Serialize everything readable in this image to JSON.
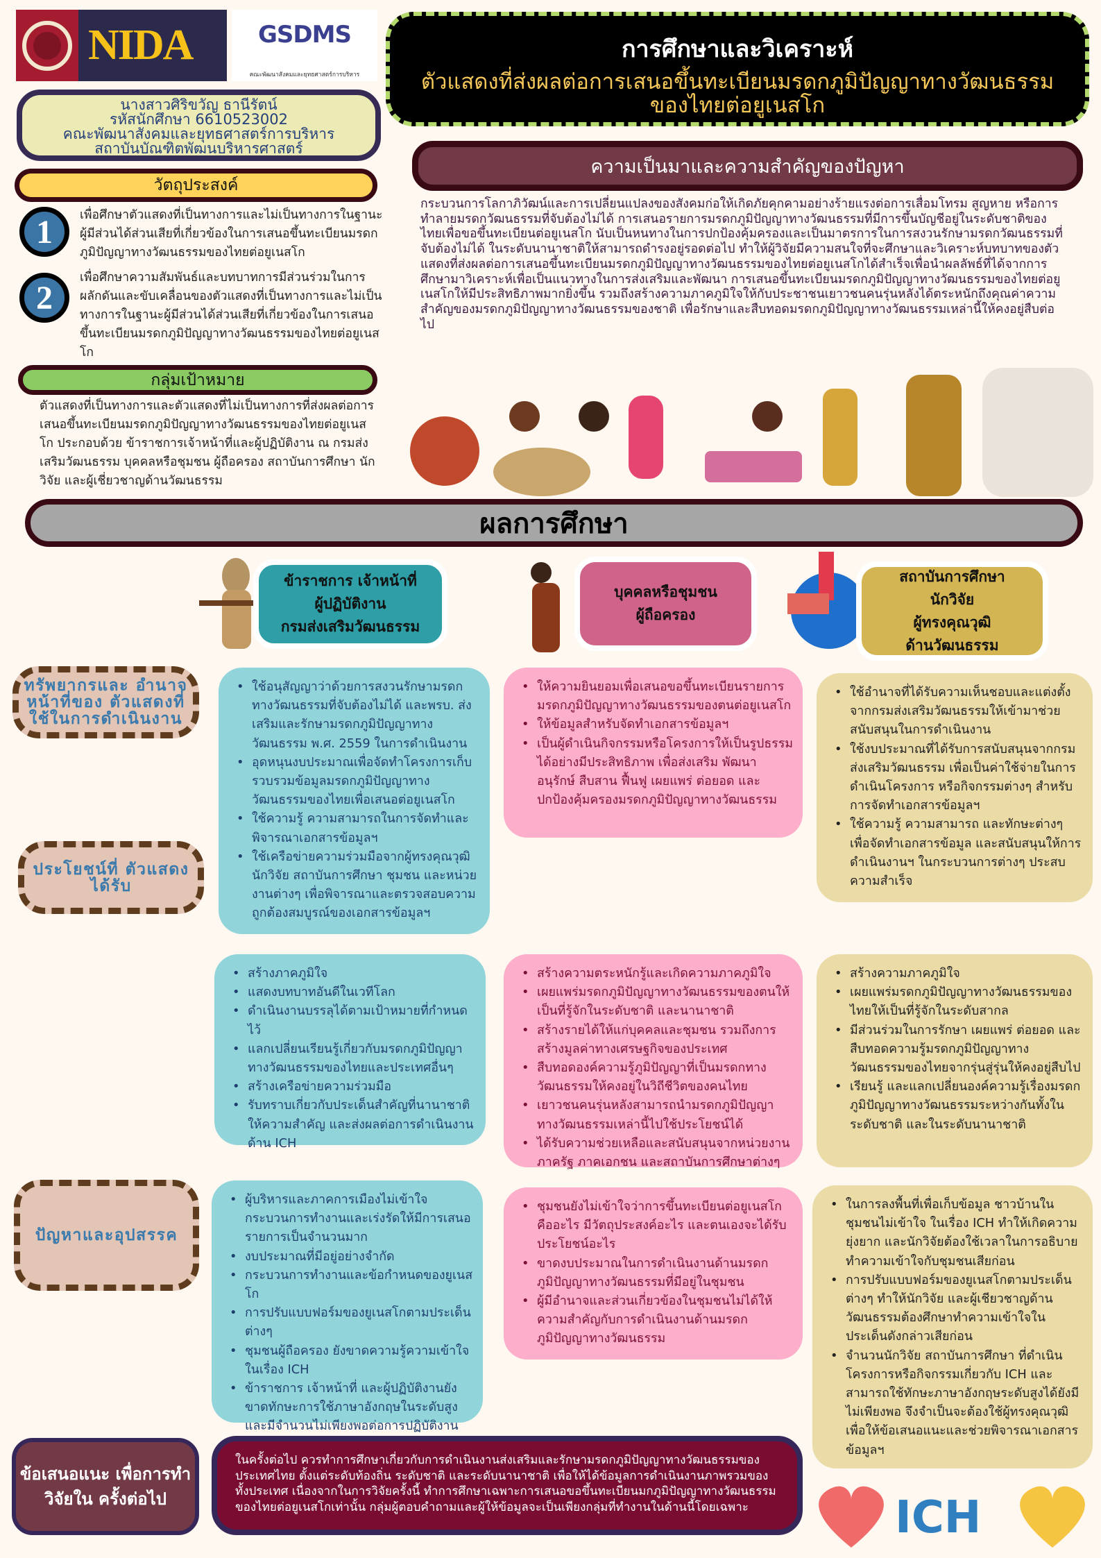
{
  "logos": {
    "nida": "NIDA",
    "gsdms": "GSDMS",
    "gsdms_sub": "คณะพัฒนาสังคมและยุทธศาสตร์การบริหาร"
  },
  "title": {
    "main": "การศึกษาและวิเคราะห์",
    "sub": "ตัวแสดงที่ส่งผลต่อการเสนอขึ้นทะเบียนมรดกภูมิปัญญาทางวัฒนธรรมของไทยต่อยูเนสโก"
  },
  "student": {
    "name": "นางสาวศิริขวัญ ธานีรัตน์",
    "id": "รหัสนักศึกษา 6610523002",
    "faculty": "คณะพัฒนาสังคมและยุทธศาสตร์การบริหาร",
    "institute": "สถาบันบัณฑิตพัฒนบริหารศาสตร์"
  },
  "objectives": {
    "heading": "วัตถุประสงค์",
    "items": [
      {
        "num": "1",
        "text": "เพื่อศึกษาตัวแสดงที่เป็นทางการและไม่เป็นทางการในฐานะผู้มีส่วนได้ส่วนเสียที่เกี่ยวข้องในการเสนอขึ้นทะเบียนมรดกภูมิปัญญาทางวัฒนธรรมของไทยต่อยูเนสโก"
      },
      {
        "num": "2",
        "text": "เพื่อศึกษาความสัมพันธ์และบทบาทการมีส่วนร่วมในการผลักดันและขับเคลื่อนของตัวแสดงที่เป็นทางการและไม่เป็นทางการในฐานะผู้มีส่วนได้ส่วนเสียที่เกี่ยวข้องในการเสนอขึ้นทะเบียนมรดกภูมิปัญญาทางวัฒนธรรมของไทยต่อยูเนสโก"
      }
    ]
  },
  "target": {
    "heading": "กลุ่มเป้าหมาย",
    "text": "ตัวแสดงที่เป็นทางการและตัวแสดงที่ไม่เป็นทางการที่ส่งผลต่อการเสนอขึ้นทะเบียนมรดกภูมิปัญญาทางวัฒนธรรมของไทยต่อยูเนสโก ประกอบด้วย ข้าราชการเจ้าหน้าที่และผู้ปฏิบัติงาน ณ กรมส่งเสริมวัฒนธรรม บุคคลหรือชุมชน ผู้ถือครอง สถาบันการศึกษา นักวิจัย และผู้เชี่ยวชาญด้านวัฒนธรรม"
  },
  "background": {
    "heading": "ความเป็นมาและความสำคัญของปัญหา",
    "text": "กระบวนการโลกาภิวัฒน์และการเปลี่ยนแปลงของสังคมก่อให้เกิดภัยคุกคามอย่างร้ายแรงต่อการเสื่อมโทรม สูญหาย หรือการทำลายมรดกวัฒนธรรมที่จับต้องไม่ได้ การเสนอรายการมรดกภูมิปัญญาทางวัฒนธรรมที่มีการขึ้นบัญชีอยู่ในระดับชาติของไทยเพื่อขอขึ้นทะเบียนต่อยูเนสโก นับเป็นหนทางในการปกป้องคุ้มครองและเป็นมาตรการในการสงวนรักษามรดกวัฒนธรรมที่จับต้องไม่ได้ ในระดับนานาชาติให้สามารถดำรงอยู่รอดต่อไป ทำให้ผู้วิจัยมีความสนใจที่จะศึกษาและวิเคราะห์บทบาทของตัวแสดงที่ส่งผลต่อการเสนอขึ้นทะเบียนมรดกภูมิปัญญาทางวัฒนธรรมของไทยต่อยูเนสโกได้สำเร็จเพื่อนำผลลัพธ์ที่ได้จากการศึกษามาวิเคราะห์เพื่อเป็นแนวทางในการส่งเสริมและพัฒนา การเสนอขึ้นทะเบียนมรดกภูมิปัญญาทางวัฒนธรรมของไทยต่อยูเนสโกให้มีประสิทธิภาพมากยิ่งขึ้น รวมถึงสร้างความภาคภูมิใจให้กับประชาชนเยาวชนคนรุ่นหลังได้ตระหนักถึงคุณค่าความสำคัญของมรดกภูมิปัญญาทางวัฒนธรรมของชาติ เพื่อรักษาและสืบทอดมรดกภูมิปัญญาทางวัฒนธรรมเหล่านี้ให้คงอยู่สืบต่อไป"
  },
  "results": {
    "heading": "ผลการศึกษา",
    "actors": [
      {
        "lines": [
          "ข้าราชการ เจ้าหน้าที่",
          "ผู้ปฏิบัติงาน",
          "กรมส่งเสริมวัฒนธรรม"
        ]
      },
      {
        "lines": [
          "บุคคลหรือชุมชน",
          "ผู้ถือครอง"
        ]
      },
      {
        "lines": [
          "สถาบันการศึกษา",
          "นักวิจัย",
          "ผู้ทรงคุณวุฒิ",
          "ด้านวัฒนธรรม"
        ]
      }
    ],
    "rows": [
      {
        "label": "ทรัพยากรและ อำนาจหน้าที่ของ ตัวแสดงที่ ใช้ในการดำเนินงาน",
        "cells": [
          [
            "ใช้อนุสัญญาว่าด้วยการสงวนรักษามรดกทางวัฒนธรรมที่จับต้องไม่ได้ และพรบ. ส่งเสริมและรักษามรดกภูมิปัญญาทางวัฒนธรรม พ.ศ. 2559 ในการดำเนินงาน",
            "อุดหนุนงบประมาณเพื่อจัดทำโครงการเก็บรวบรวมข้อมูลมรดกภูมิปัญญาทางวัฒนธรรมของไทยเพื่อเสนอต่อยูเนสโก",
            "ใช้ความรู้ ความสามารถในการจัดทำและพิจารณาเอกสารข้อมูลฯ",
            "ใช้เครือข่ายความร่วมมือจากผู้ทรงคุณวุฒิ นักวิจัย สถาบันการศึกษา ชุมชน และหน่วยงานต่างๆ เพื่อพิจารณาและตรวจสอบความถูกต้องสมบูรณ์ของเอกสารข้อมูลฯ"
          ],
          [
            "ให้ความยินยอมเพื่อเสนอขอขึ้นทะเบียนรายการมรดกภูมิปัญญาทางวัฒนธรรมของตนต่อยูเนสโก",
            "ให้ข้อมูลสำหรับจัดทำเอกสารข้อมูลฯ",
            "เป็นผู้ดำเนินกิจกรรมหรือโครงการให้เป็นรูปธรรมได้อย่างมีประสิทธิภาพ เพื่อส่งเสริม พัฒนา อนุรักษ์ สืบสาน ฟื้นฟู เผยแพร่ ต่อยอด และปกป้องคุ้มครองมรดกภูมิปัญญาทางวัฒนธรรม"
          ],
          [
            "ใช้อำนาจที่ได้รับความเห็นชอบและแต่งตั้งจากกรมส่งเสริมวัฒนธรรมให้เข้ามาช่วยสนับสนุนในการดำเนินงาน",
            "ใช้งบประมาณที่ได้รับการสนับสนุนจากกรมส่งเสริมวัฒนธรรม เพื่อเป็นค่าใช้จ่ายในการดำเนินโครงการ หรือกิจกรรมต่างๆ สำหรับการจัดทำเอกสารข้อมูลฯ",
            "ใช้ความรู้ ความสามารถ และทักษะต่างๆ เพื่อจัดทำเอกสารข้อมูล และสนับสนุนให้การดำเนินงานฯ ในกระบวนการต่างๆ ประสบความสำเร็จ"
          ]
        ]
      },
      {
        "label": "ประโยชน์ที่ ตัวแสดงได้รับ",
        "cells": [
          [
            "สร้างภาคภูมิใจ",
            "แสดงบทบาทอันดีในเวทีโลก",
            "ดำเนินงานบรรลุได้ตามเป้าหมายที่กำหนดไว้",
            "แลกเปลี่ยนเรียนรู้เกี่ยวกับมรดกภูมิปัญญาทางวัฒนธรรมของไทยและประเทศอื่นๆ",
            "สร้างเครือข่ายความร่วมมือ",
            "รับทราบเกี่ยวกับประเด็นสำคัญที่นานาชาติให้ความสำคัญ และส่งผลต่อการดำเนินงานด้าน ICH"
          ],
          [
            "สร้างความตระหนักรู้และเกิดความภาคภูมิใจ",
            "เผยแพร่มรดกภูมิปัญญาทางวัฒนธรรมของตนให้เป็นที่รู้จักในระดับชาติ และนานาชาติ",
            "สร้างรายได้ให้แก่บุคคลและชุมชน รวมถึงการสร้างมูลค่าทางเศรษฐกิจของประเทศ",
            "สืบทอดองค์ความรู้ภูมิปัญญาที่เป็นมรดกทางวัฒนธรรมให้คงอยู่ในวิถีชีวิตของคนไทย",
            "เยาวชนคนรุ่นหลังสามารถนำมรดกภูมิปัญญาทางวัฒนธรรมเหล่านี้ไปใช้ประโยชน์ได้",
            "ได้รับความช่วยเหลือและสนับสนุนจากหน่วยงานภาครัฐ ภาคเอกชน และสถาบันการศึกษาต่างๆ"
          ],
          [
            "สร้างความภาคภูมิใจ",
            "เผยแพร่มรดกภูมิปัญญาทางวัฒนธรรมของไทยให้เป็นที่รู้จักในระดับสากล",
            "มีส่วนร่วมในการรักษา เผยแพร่ ต่อยอด และสืบทอดความรู้มรดกภูมิปัญญาทางวัฒนธรรมของไทยจากรุ่นสู่รุ่นให้คงอยู่สืบไป",
            "เรียนรู้ และแลกเปลี่ยนองค์ความรู้เรื่องมรดกภูมิปัญญาทางวัฒนธรรมระหว่างกันทั้งในระดับชาติ และในระดับนานาชาติ"
          ]
        ]
      },
      {
        "label": "ปัญหาและอุปสรรค",
        "cells": [
          [
            "ผู้บริหารและภาคการเมืองไม่เข้าใจกระบวนการทำงานและเร่งรัดให้มีการเสนอรายการเป็นจำนวนมาก",
            "งบประมาณที่มีอยู่อย่างจำกัด",
            "กระบวนการทำงานและข้อกำหนดของยูเนสโก",
            "การปรับแบบฟอร์มของยูเนสโกตามประเด็นต่างๆ",
            "ชุมชนผู้ถือครอง ยังขาดความรู้ความเข้าใจในเรื่อง ICH",
            "ข้าราชการ เจ้าหน้าที่ และผู้ปฏิบัติงานยังขาดทักษะการใช้ภาษาอังกฤษในระดับสูง และมีจำนวนไม่เพียงพอต่อการปฏิบัติงาน"
          ],
          [
            "ชุมชนยังไม่เข้าใจว่าการขึ้นทะเบียนต่อยูเนสโกคืออะไร มีวัตถุประสงค์อะไร และตนเองจะได้รับประโยชน์อะไร",
            "ขาดงบประมาณในการดำเนินงานด้านมรดกภูมิปัญญาทางวัฒนธรรมที่มีอยู่ในชุมชน",
            "ผู้มีอำนาจและส่วนเกี่ยวข้องในชุมชนไม่ได้ให้ความสำคัญกับการดำเนินงานด้านมรดกภูมิปัญญาทางวัฒนธรรม"
          ],
          [
            "ในการลงพื้นที่เพื่อเก็บข้อมูล ชาวบ้านในชุมชนไม่เข้าใจ ในเรื่อง ICH ทำให้เกิดความยุ่งยาก และนักวิจัยต้องใช้เวลาในการอธิบายทำความเข้าใจกับชุมชนเสียก่อน",
            "การปรับแบบฟอร์มของยูเนสโกตามประเด็นต่างๆ ทำให้นักวิจัย และผู้เชียวชาญด้านวัฒนธรรมต้องศึกษาทำความเข้าใจในประเด็นดังกล่าวเสียก่อน",
            "จำนวนนักวิจัย สถาบันการศึกษา ที่ดำเนินโครงการหรือกิจกรรมเกี่ยวกับ ICH และสามารถใช้ทักษะภาษาอังกฤษระดับสูงได้ยังมีไม่เพียงพอ จึงจำเป็นจะต้องใช้ผู้ทรงคุณวุฒิ เพื่อให้ข้อเสนอแนะและช่วยพิจารณาเอกสารข้อมูลฯ"
          ]
        ]
      }
    ]
  },
  "recommendation": {
    "heading": "ข้อเสนอแนะ เพื่อการทำวิจัยใน ครั้งต่อไป",
    "text": "ในครั้งต่อไป ควรทำการศึกษาเกี่ยวกับการดำเนินงานส่งเสริมและรักษามรดกภูมิปัญญาทางวัฒนธรรมของประเทศไทย ตั้งแต่ระดับท้องถิ่น ระดับชาติ และระดับนานาชาติ เพื่อให้ได้ข้อมูลการดำเนินงานภาพรวมของทั้งประเทศ เนื่องจากในการวิจัยครั้งนี้ ทำการศึกษาเฉพาะการเสนอขอขึ้นทะเบียนมกภูมิปัญญาทางวัฒนธรรมของไทยต่อยูเนสโกเท่านั้น กลุ่มผู้ตอบคำถามและผู้ให้ข้อมูลจะเป็นเพียงกลุ่มที่ทำงานในด้านนี้โดยเฉพาะ"
  },
  "ich_art": "ICH",
  "colors": {
    "background": "#fef8f1",
    "teal": "#91d5db",
    "pink": "#fcaecb",
    "gold": "#ebdba6",
    "maroon": "#723a46"
  }
}
